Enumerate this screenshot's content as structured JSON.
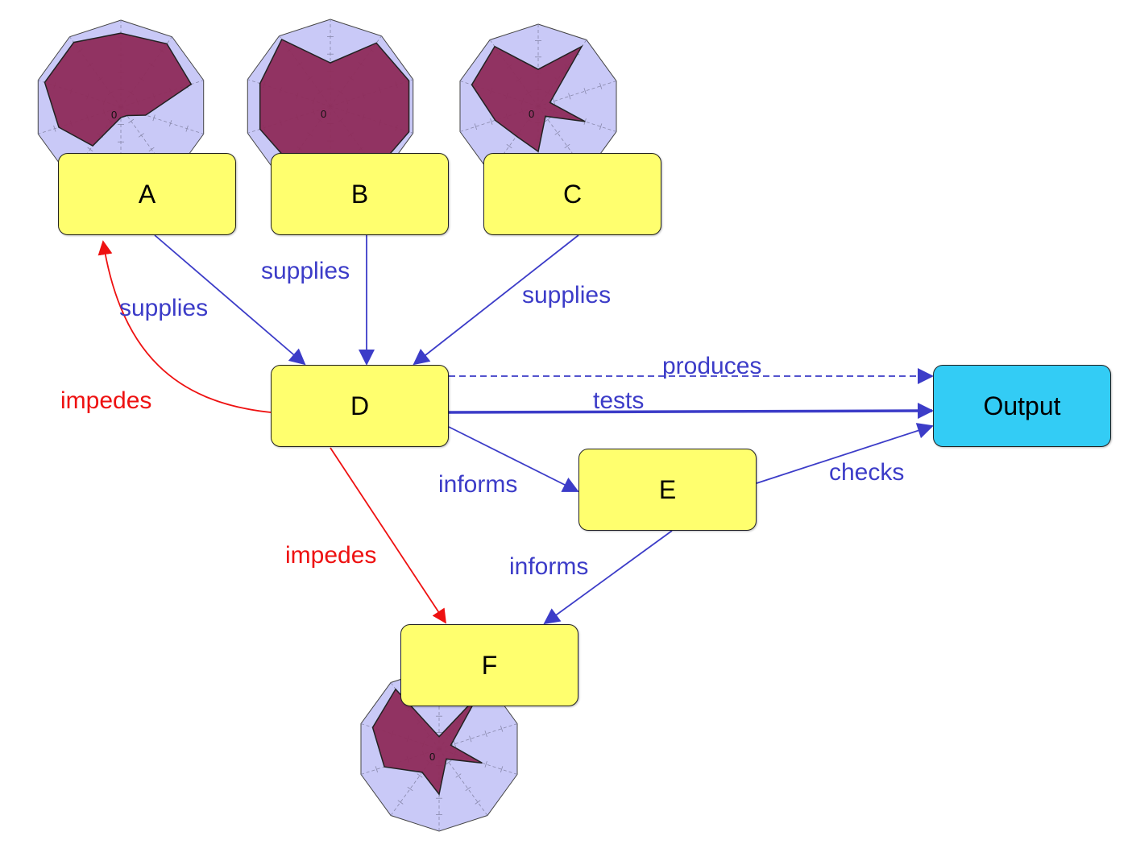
{
  "colors": {
    "node_fill": "#ffff6e",
    "output_fill": "#33ccf5",
    "blue_edge": "#3c3cc8",
    "red_edge": "#ee1111",
    "radar_background": "#c9c9f7",
    "radar_polygon": "#8e2b5a"
  },
  "nodes": {
    "A": "A",
    "B": "B",
    "C": "C",
    "D": "D",
    "E": "E",
    "F": "F",
    "Output": "Output"
  },
  "edges": {
    "a_d": "supplies",
    "b_d": "supplies",
    "c_d": "supplies",
    "d_a": "impedes",
    "d_out_dashed": "produces",
    "d_out": "tests",
    "d_e": "informs",
    "e_out": "checks",
    "e_f": "informs",
    "d_f": "impedes"
  },
  "radar_charts": [
    {
      "node": "A",
      "center_label": "0",
      "values": [
        0.85,
        0.9,
        0.85,
        0.3,
        0.12,
        0.12,
        0.55,
        0.75,
        0.92,
        0.92
      ]
    },
    {
      "node": "B",
      "center_label": "0",
      "values": [
        0.5,
        0.9,
        0.95,
        0.95,
        0.9,
        0.85,
        0.8,
        0.85,
        0.85,
        0.95
      ]
    },
    {
      "node": "C",
      "center_label": "0",
      "values": [
        0.45,
        0.9,
        0.15,
        0.6,
        0.15,
        0.55,
        0.45,
        0.55,
        0.85,
        0.9
      ]
    },
    {
      "node": "F",
      "center_label": "0",
      "values": [
        0.15,
        0.8,
        0.15,
        0.55,
        0.15,
        0.55,
        0.35,
        0.7,
        0.85,
        0.9
      ]
    }
  ]
}
